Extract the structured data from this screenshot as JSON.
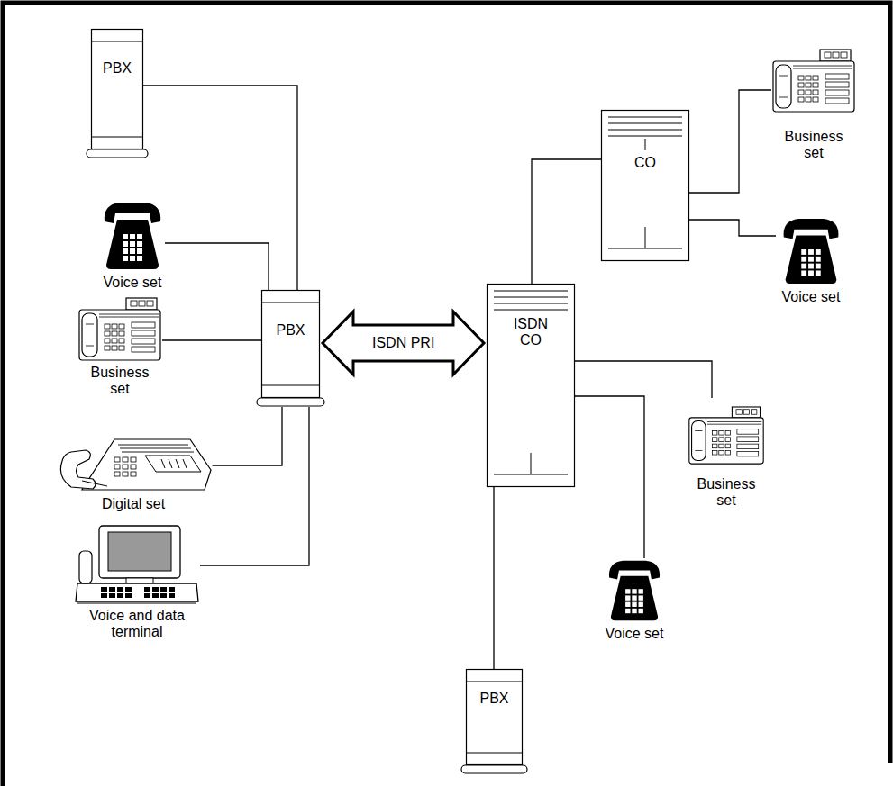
{
  "diagram": {
    "nodes": [
      {
        "text": [
          "PBX"
        ]
      },
      {
        "text": [
          "Voice set"
        ]
      },
      {
        "text": [
          "Business set"
        ]
      },
      {
        "text": [
          "PBX"
        ]
      },
      {
        "text": [
          "Digital set"
        ]
      },
      {
        "text": [
          "Voice and data terminal"
        ]
      },
      {
        "text": [
          "CO"
        ]
      },
      {
        "text": [
          "Business set"
        ]
      },
      {
        "text": [
          "Voice set"
        ]
      },
      {
        "text": [
          "ISDN CO"
        ]
      },
      {
        "text": [
          "Business set"
        ]
      },
      {
        "text": [
          "Voice set"
        ]
      },
      {
        "text": [
          "PBX"
        ]
      }
    ],
    "edges": [
      {
        "from": 0,
        "to": 3,
        "arrow": "none"
      },
      {
        "from": 1,
        "to": 3,
        "arrow": "none"
      },
      {
        "from": 2,
        "to": 3,
        "arrow": "none"
      },
      {
        "from": 4,
        "to": 3,
        "arrow": "none"
      },
      {
        "from": 5,
        "to": 3,
        "arrow": "none"
      },
      {
        "from": 3,
        "to": 9,
        "label": "ISDN PRI",
        "arrow": "both"
      },
      {
        "from": 9,
        "to": 6,
        "arrow": "none"
      },
      {
        "from": 6,
        "to": 7,
        "arrow": "none"
      },
      {
        "from": 6,
        "to": 8,
        "arrow": "none"
      },
      {
        "from": 9,
        "to": 10,
        "arrow": "none"
      },
      {
        "from": 9,
        "to": 11,
        "arrow": "none"
      },
      {
        "from": 9,
        "to": 12,
        "arrow": "none"
      }
    ]
  }
}
